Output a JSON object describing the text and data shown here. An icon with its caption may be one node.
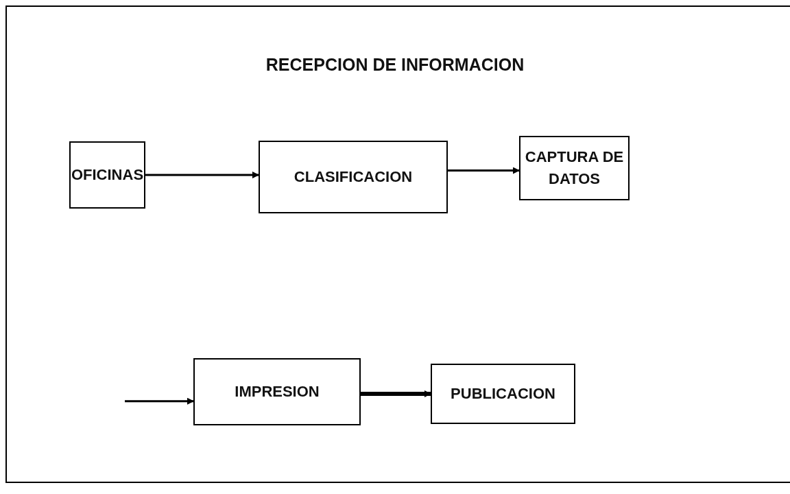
{
  "diagram": {
    "title": "RECEPCION DE INFORMACION",
    "nodes": [
      {
        "text": [
          "OFICINAS"
        ]
      },
      {
        "text": [
          "CLASIFICACION"
        ]
      },
      {
        "text": [
          "CAPTURA DE DATOS"
        ]
      },
      {
        "text": [
          "IMPRESION"
        ]
      },
      {
        "text": [
          "PUBLICACION"
        ]
      }
    ],
    "edges": [
      {
        "from": 0,
        "to": 1,
        "arrow": "to"
      },
      {
        "from": 1,
        "to": 2,
        "arrow": "to"
      },
      {
        "from": null,
        "to": 3,
        "arrow": "to"
      },
      {
        "from": 3,
        "to": 4,
        "arrow": "to",
        "style": "thick"
      }
    ]
  }
}
